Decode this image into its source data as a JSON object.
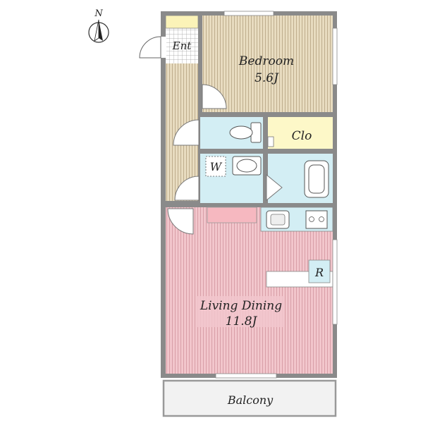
{
  "compass": {
    "letter": "N",
    "icon": "north-arrow-icon"
  },
  "rooms": {
    "entrance": {
      "label": "Ent"
    },
    "bedroom": {
      "label": "Bedroom",
      "size": "5.6J"
    },
    "closet": {
      "label": "Clo"
    },
    "washer": {
      "label": "W"
    },
    "fridge": {
      "label": "R"
    },
    "living": {
      "label": "Living Dining",
      "size": "11.8J"
    },
    "balcony": {
      "label": "Balcony"
    }
  },
  "colors": {
    "wall": "#8a8a8a",
    "bedroom_floor": "#e8dcc0",
    "hall_floor": "#ece1c6",
    "living_floor": "#f2c6cc",
    "water_area": "#d3eef4",
    "closet": "#fdf8c8",
    "counter": "#f6b8c0",
    "balcony": "#f2f2f2"
  }
}
